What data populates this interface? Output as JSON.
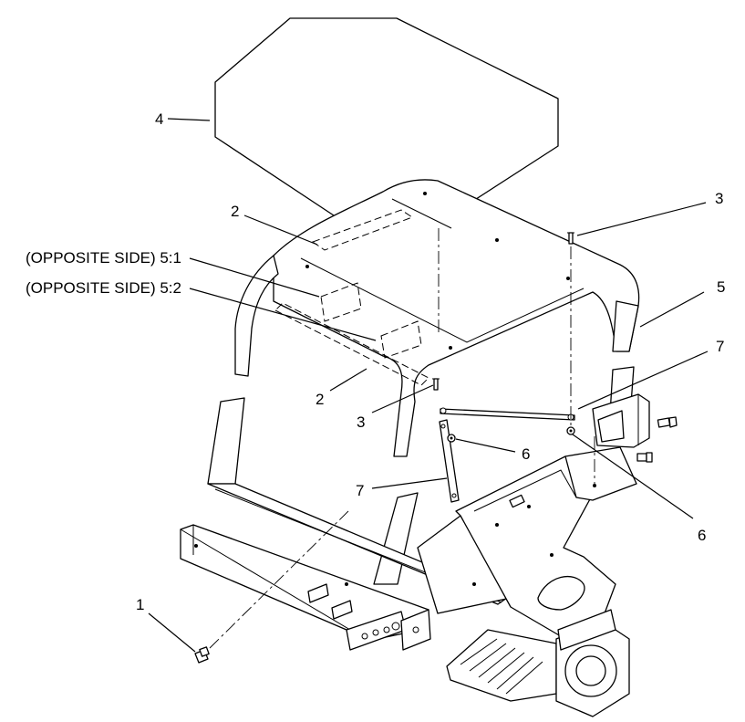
{
  "callouts": {
    "c1": "1",
    "c2a": "2",
    "c2b": "2",
    "c3a": "3",
    "c3b": "3",
    "c4": "4",
    "c5": "5",
    "c6a": "6",
    "c6b": "6",
    "c7a": "7",
    "c7b": "7"
  },
  "notes": {
    "decal_5_1": "(OPPOSITE SIDE) 5:1",
    "decal_5_2": "(OPPOSITE SIDE) 5:2"
  }
}
